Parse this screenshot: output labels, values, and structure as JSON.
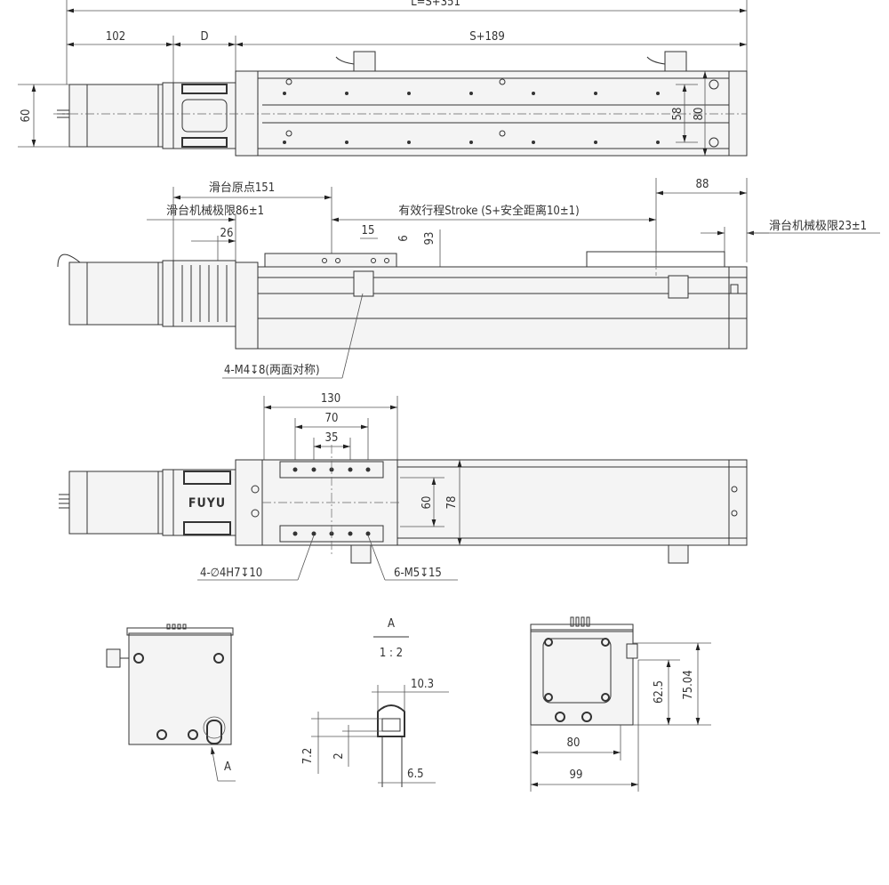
{
  "title": "Linear module dimension drawing",
  "top_view": {
    "overall_length": "L=S+351",
    "motor_length": "102",
    "coupling_length": "D",
    "body_length": "S+189",
    "motor_height": "60",
    "rail_spacing": "58",
    "body_width": "80"
  },
  "side_view": {
    "origin": "滑台原点151",
    "mech_limit_left": "滑台机械极限86±1",
    "stroke": "有效行程Stroke (S+安全距离10±1)",
    "right_end": "88",
    "mech_limit_right": "滑台机械极限23±1",
    "dim_26": "26",
    "dim_15": "15",
    "dim_6": "6",
    "height": "93",
    "hole_note": "4-M4↧8(两面对称)"
  },
  "plan_view": {
    "carriage_length": "130",
    "hole_span_70": "70",
    "hole_span_35": "35",
    "hole_spacing_60": "60",
    "carriage_width": "78",
    "brand": "FUYU",
    "pin_note": "4-∅4H7↧10",
    "thread_note": "6-M5↧15"
  },
  "end_views": {
    "section_mark": "A",
    "detail_title": "A",
    "detail_scale": "1 : 2",
    "detail_10_3": "10.3",
    "detail_7_2": "7.2",
    "detail_2": "2",
    "detail_6_5": "6.5",
    "height_62_5": "62.5",
    "height_75_04": "75.04",
    "width_80": "80",
    "width_99": "99"
  }
}
